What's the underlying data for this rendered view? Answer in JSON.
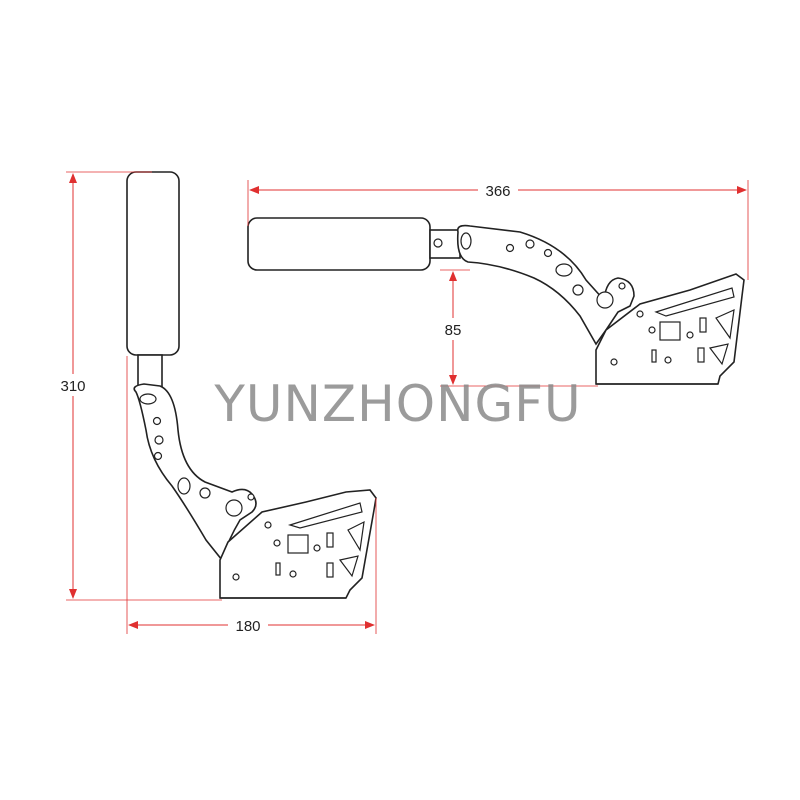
{
  "dimensions": {
    "height_vertical": "310",
    "width_vertical": "180",
    "length_horizontal": "366",
    "height_horizontal": "85"
  },
  "watermark": "YUNZHONGFU",
  "colors": {
    "dimension_line": "#e03030",
    "outline": "#222222",
    "watermark": "#8a8a8a"
  }
}
